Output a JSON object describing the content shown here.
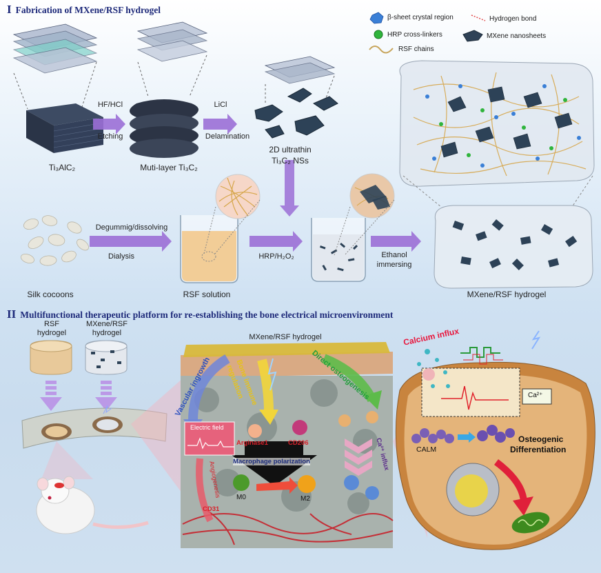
{
  "section1": {
    "numeral": "I",
    "title": "Fabrication of MXene/RSF hydrogel"
  },
  "section2": {
    "numeral": "II",
    "title": "Multifunctional therapeutic platform for re-establishing the bone electrical microenvironment"
  },
  "legend": {
    "beta_sheet": "β-sheet crystal region",
    "hrp": "HRP cross-linkers",
    "rsf_chains": "RSF chains",
    "hbond": "Hydrogen bond",
    "mxene": "MXene nanosheets"
  },
  "steps": {
    "max_label": "Ti₃AlC₂",
    "etch_top": "HF/HCl",
    "etch_bottom": "Etching",
    "multilayer": "Muti-layer Ti₃C₂",
    "delam_top": "LiCl",
    "delam_bottom": "Delamination",
    "nss_line1": "2D ultrathin",
    "nss_line2": "Ti₃C₂ NSs",
    "degum_top": "Degummig/dissolving",
    "degum_bottom": "Dialysis",
    "silk": "Silk cocoons",
    "rsf_solution": "RSF solution",
    "hrp": "HRP/H₂O₂",
    "ethanol_line1": "Ethanol",
    "ethanol_line2": "immersing",
    "final": "MXene/RSF hydrogel"
  },
  "panel2": {
    "rsf_line1": "RSF",
    "rsf_line2": "hydrogel",
    "mx_line1": "MXene/RSF",
    "mx_line2": "hydrogel",
    "center_title": "MXene/RSF hydrogel",
    "vascular": "Vascular ingrowth",
    "immune_line1": "Bone immune",
    "immune_line2": "regulation",
    "osteo": "Direct osteogenesis",
    "electric": "Electric field",
    "arginase": "Arginase1",
    "cd206": "CD206",
    "macro": "Macrophage polarization",
    "angio": "Angiogenesis",
    "cd31": "CD31",
    "m0": "M0",
    "m2": "M2",
    "ca_influx_center": "Ca²⁺ influx",
    "calcium_influx": "Calcium influx",
    "ca_box": "Ca²⁺",
    "calm": "CALM",
    "osteo_diff_line1": "Osteogenic",
    "osteo_diff_line2": "Differentiation"
  },
  "colors": {
    "title_blue": "#1e2a7a",
    "arrow_purple": "#9b6fd6",
    "vascular_blue": "#2b4fbf",
    "immune_yellow": "#f2d53a",
    "osteo_green": "#1f9e3a",
    "electric_pink": "#e86a8a",
    "calcium_red": "#e8163c"
  }
}
